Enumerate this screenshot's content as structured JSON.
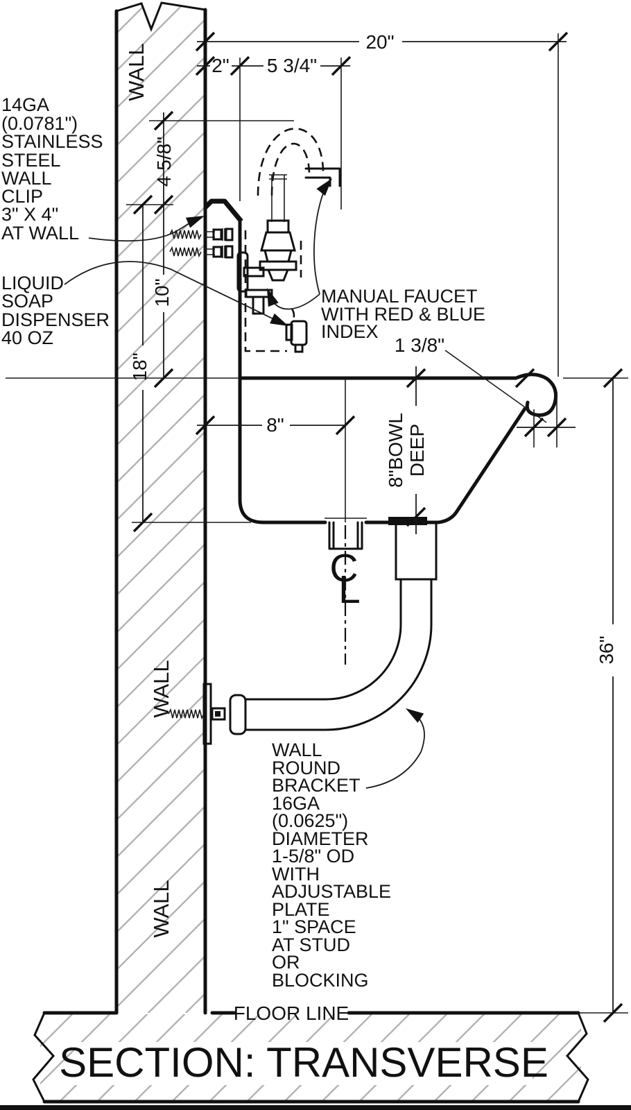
{
  "title": {
    "section_label": "SECTION: TRANSVERSE",
    "floor_line_label": "FLOOR LINE"
  },
  "wall_labels": {
    "top": "WALL",
    "middle": "WALL",
    "bottom": "WALL"
  },
  "dimensions": {
    "overall_depth": "20\"",
    "clip_offset": "2\"",
    "faucet_offset": "5 3/4\"",
    "spout_height": "4 5/8\"",
    "splash_height": "10\"",
    "unit_height": "18\"",
    "drain_offset": "8\"",
    "rim_roll": "1 3/8\"",
    "bowl_depth_line1": "8\"BOWL",
    "bowl_depth_line2": "DEEP",
    "mount_height": "36\""
  },
  "annotations": {
    "wall_clip": [
      "14GA",
      "(0.0781\")",
      "STAINLESS",
      "STEEL",
      "WALL",
      "CLIP",
      "3\" X 4\"",
      "AT WALL"
    ],
    "soap_dispenser": [
      "LIQUID",
      "SOAP",
      "DISPENSER",
      "40 OZ"
    ],
    "faucet": [
      "MANUAL FAUCET",
      "WITH RED & BLUE",
      "INDEX"
    ],
    "bracket": [
      "WALL",
      "ROUND",
      "BRACKET",
      "16GA",
      "(0.0625\")",
      "DIAMETER",
      "1-5/8\" OD",
      "WITH",
      "ADJUSTABLE",
      "PLATE",
      "1\" SPACE",
      "AT STUD",
      "OR",
      "BLOCKING"
    ]
  },
  "symbols": {
    "centerline_c": "C",
    "centerline_l": "L"
  },
  "colors": {
    "line": "#111111",
    "hatch": "#b3b3b3",
    "background": "#ffffff"
  }
}
